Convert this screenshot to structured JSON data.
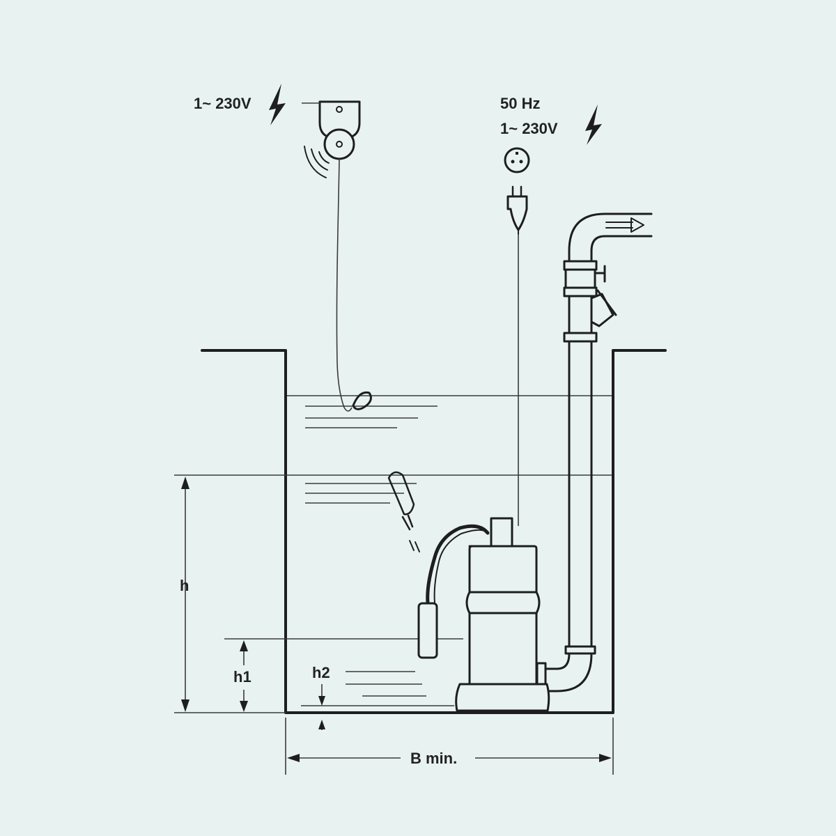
{
  "labels": {
    "alarm_voltage": "1~ 230V",
    "socket_frequency": "50 Hz",
    "socket_voltage": "1~ 230V",
    "h": "h",
    "h1": "h1",
    "h2": "h2",
    "b_min": "B min."
  },
  "icons": {
    "lightning": "lightning-bolt-icon",
    "alarm": "alarm-box-icon",
    "socket": "power-socket-icon",
    "plug": "power-plug-icon",
    "pump": "submersible-pump-icon",
    "float": "float-switch-icon",
    "valve": "valve-handle-icon",
    "outflow": "outflow-arrow-icon"
  },
  "colors": {
    "background": "#e8f3f1",
    "ink": "#1e1e1e"
  }
}
